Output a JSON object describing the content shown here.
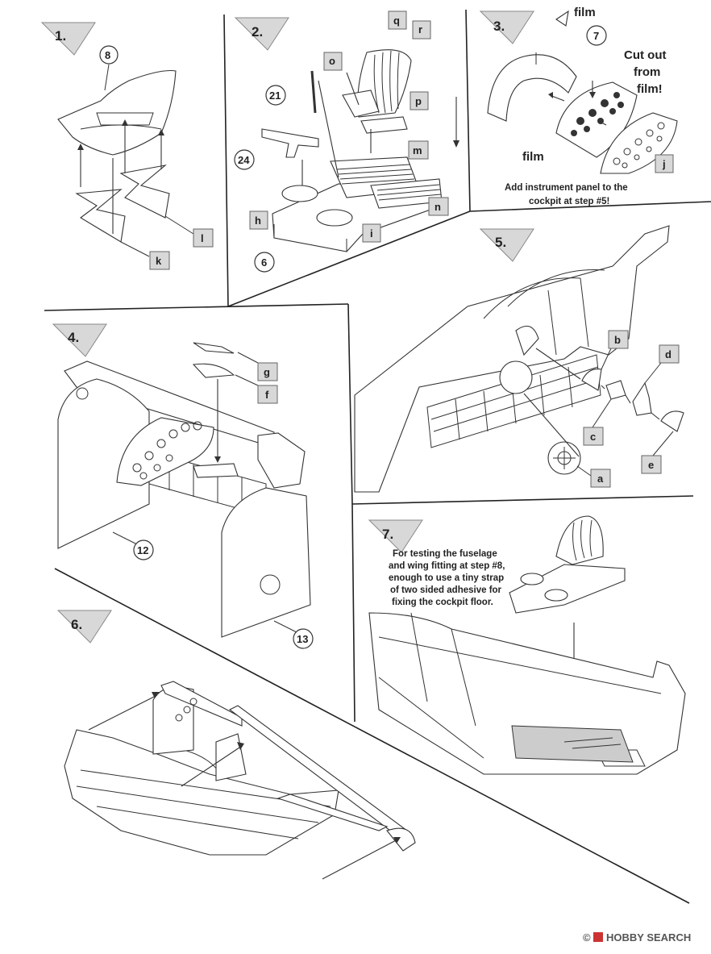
{
  "steps": {
    "s1": "1.",
    "s2": "2.",
    "s3": "3.",
    "s4": "4.",
    "s5": "5.",
    "s6": "6.",
    "s7": "7."
  },
  "step1_parts": {
    "p8": "8",
    "k": "k",
    "l": "l"
  },
  "step2_parts": {
    "p21": "21",
    "p24": "24",
    "p6": "6",
    "o": "o",
    "q": "q",
    "r": "r",
    "p": "p",
    "m": "m",
    "n": "n",
    "h": "h",
    "i": "i"
  },
  "step3": {
    "film_top": "film",
    "film_bottom": "film",
    "p7": "7",
    "j": "j",
    "cut_line1": "Cut out",
    "cut_line2": "from",
    "cut_line3": "film!",
    "note_line1": "Add instrument panel to the",
    "note_line2": "cockpit at  step #5!"
  },
  "step4_parts": {
    "g": "g",
    "f": "f",
    "p12": "12",
    "p13": "13"
  },
  "step5_parts": {
    "a": "a",
    "b": "b",
    "c": "c",
    "d": "d",
    "e": "e"
  },
  "step7_note": {
    "line1": "For testing the fuselage",
    "line2": "and wing fitting at step #8,",
    "line3": "enough to use a tiny strap",
    "line4": "of two sided adhesive for",
    "line5": "fixing the cockpit floor."
  },
  "watermark": {
    "brand": "HOBBY SEARCH",
    "symbol": "©"
  },
  "colors": {
    "label_box": "#d8d8d8",
    "line": "#333333",
    "background": "#ffffff"
  }
}
